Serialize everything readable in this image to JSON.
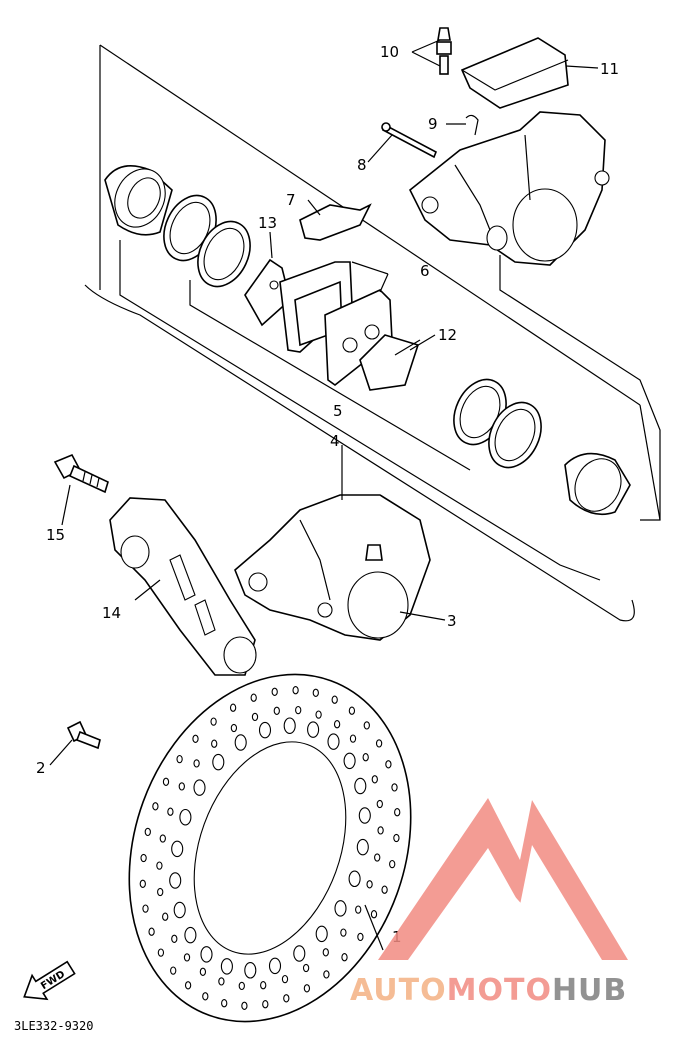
{
  "callouts": [
    {
      "num": "1"
    },
    {
      "num": "2"
    },
    {
      "num": "3"
    },
    {
      "num": "4"
    },
    {
      "num": "5"
    },
    {
      "num": "6"
    },
    {
      "num": "7"
    },
    {
      "num": "8"
    },
    {
      "num": "9"
    },
    {
      "num": "10"
    },
    {
      "num": "11"
    },
    {
      "num": "12"
    },
    {
      "num": "13"
    },
    {
      "num": "14"
    },
    {
      "num": "15"
    }
  ],
  "direction_arrow": {
    "label": "FWD"
  },
  "drawing_code": "3LE332-9320",
  "watermark": {
    "part1": "AUTO",
    "part2": "MOTO",
    "part3": "HUB",
    "colors": {
      "auto": "#f4b183",
      "moto": "#f28b82",
      "hub": "#7f7f7f",
      "logo": "#f28b82"
    }
  }
}
